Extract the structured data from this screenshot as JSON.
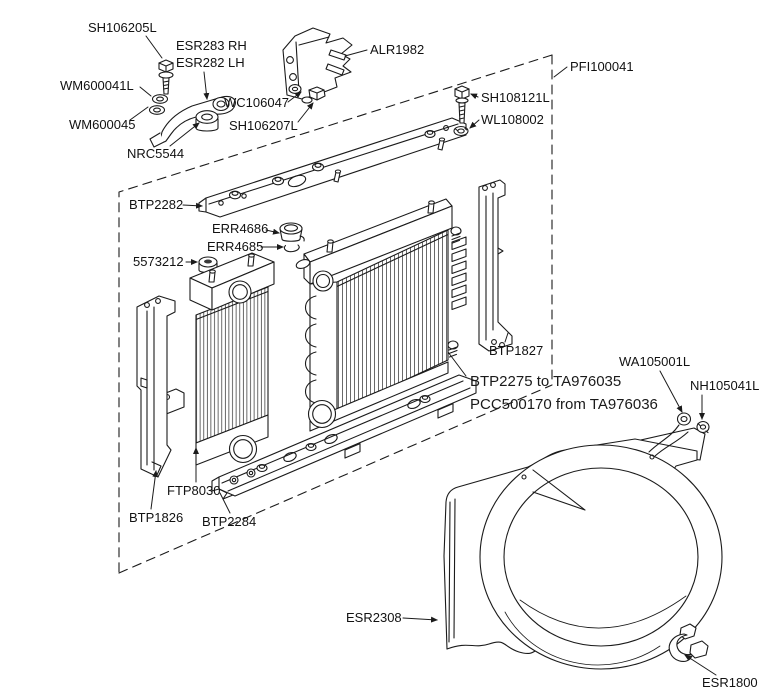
{
  "diagram": {
    "description": "Exploded parts diagram of radiator, oil cooler, mounting brackets and fan cowl",
    "background_color": "#ffffff",
    "line_color": "#1b1b1b",
    "note": {
      "line1": "BTP2275 to TA976035",
      "line2": "PCC500170 from TA976036"
    }
  },
  "labels": {
    "sh106205l": "SH106205L",
    "esr283rh": "ESR283 RH",
    "esr282lh": "ESR282 LH",
    "alr1982": "ALR1982",
    "wm600041l": "WM600041L",
    "wc106047": "WC106047",
    "sh106207l": "SH106207L",
    "wm600045": "WM600045",
    "nrc5544": "NRC5544",
    "pfi100041": "PFI100041",
    "sh108121l": "SH108121L",
    "wl108002": "WL108002",
    "btp2282": "BTP2282",
    "err4686": "ERR4686",
    "err4685": "ERR4685",
    "g573212": "5573212",
    "btp1827": "BTP1827",
    "wa105001l": "WA105001L",
    "nh105041l": "NH105041L",
    "ftp8030": "FTP8030",
    "btp1826": "BTP1826",
    "btp2284": "BTP2284",
    "esr2308": "ESR2308",
    "esr1800": "ESR1800"
  }
}
